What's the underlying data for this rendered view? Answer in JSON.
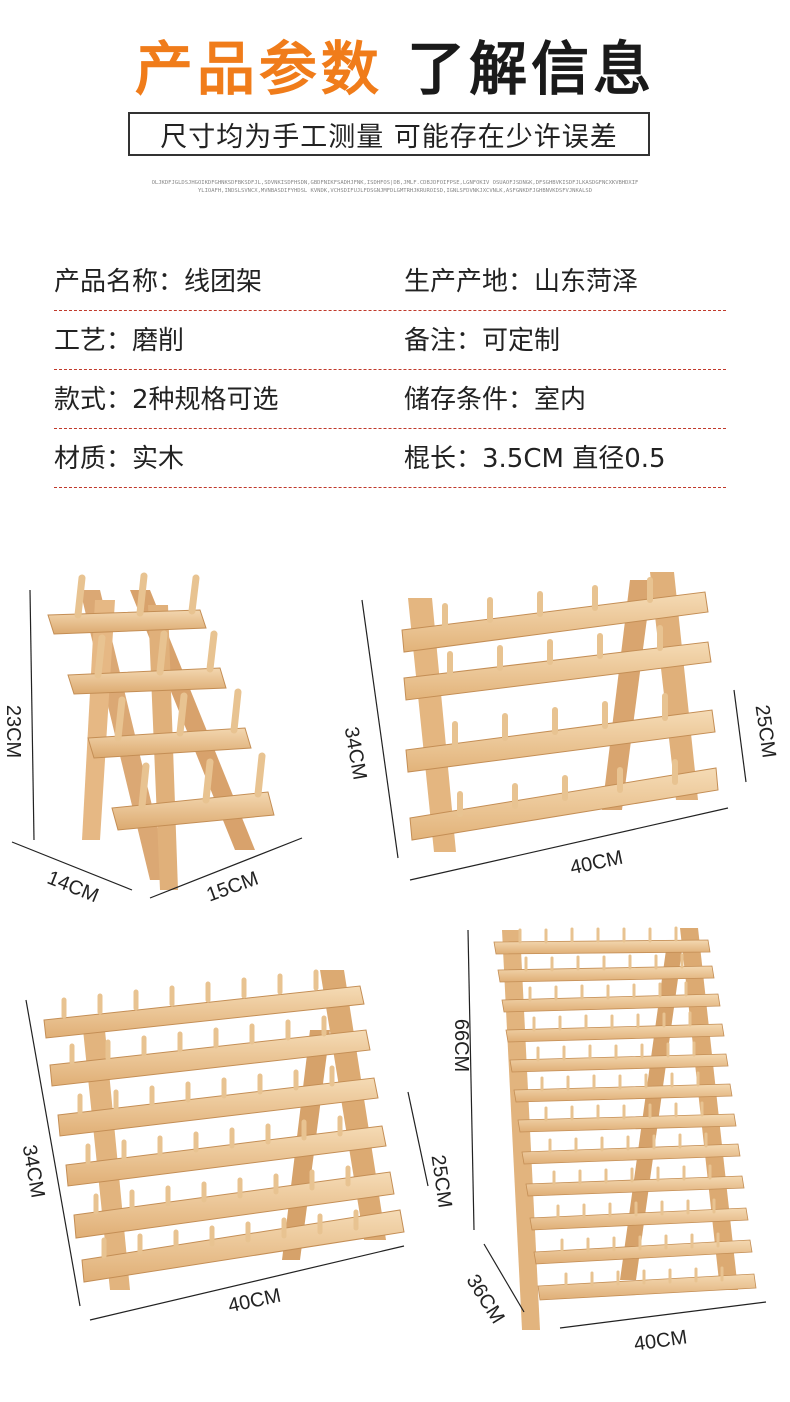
{
  "header": {
    "title_orange": "产品参数",
    "title_dark": "了解信息",
    "subtitle": "尺寸均为手工测量 可能存在少许误差",
    "fine_print": "OLJKDFJGLDSJHGOIKDFGHNKSDFBKSDFJL,SDVNKISDFHSDN,GBDFNIKFSADHJFNK,ISDHFOS|DB,JMLF.CDBJDFOIFPSE,LGNFOKIV OSUAOFJSDNGK,DFSGHBVKISDFJLKASDGFNCXKVBHDXIFYLIOAFH,INDSLSVNCX,MVNBASDIFYHDSL KVNDK,VCHSDIFUJLFDSGNJMFDLGMTRHJKRUROISD,IGNLSFDVNKJXCVNLK,ASFGNKDFJGHBNVKDSFVJNKALSD"
  },
  "specs": [
    {
      "left": "产品名称：线团架",
      "right": "生产产地：山东菏泽"
    },
    {
      "left": "工艺：磨削",
      "right": "备注：可定制"
    },
    {
      "left": "款式：2种规格可选",
      "right": "储存条件：室内"
    },
    {
      "left": "材质：实木",
      "right": "棍长：3.5CM 直径0.5"
    }
  ],
  "dimensions": {
    "rack1": {
      "height": "23CM",
      "depth": "14CM",
      "width": "15CM"
    },
    "rack2": {
      "height": "34CM",
      "side": "25CM",
      "width": "40CM"
    },
    "rack3": {
      "height": "34CM",
      "side": "25CM",
      "width": "40CM"
    },
    "rack4": {
      "height": "66CM",
      "depth": "36CM",
      "width": "40CM"
    }
  },
  "colors": {
    "accent_orange": "#f07c1a",
    "divider_red": "#c0392b",
    "wood_light": "#f1cfa2",
    "wood_mid": "#e3b47c",
    "wood_dark": "#c48e55"
  }
}
